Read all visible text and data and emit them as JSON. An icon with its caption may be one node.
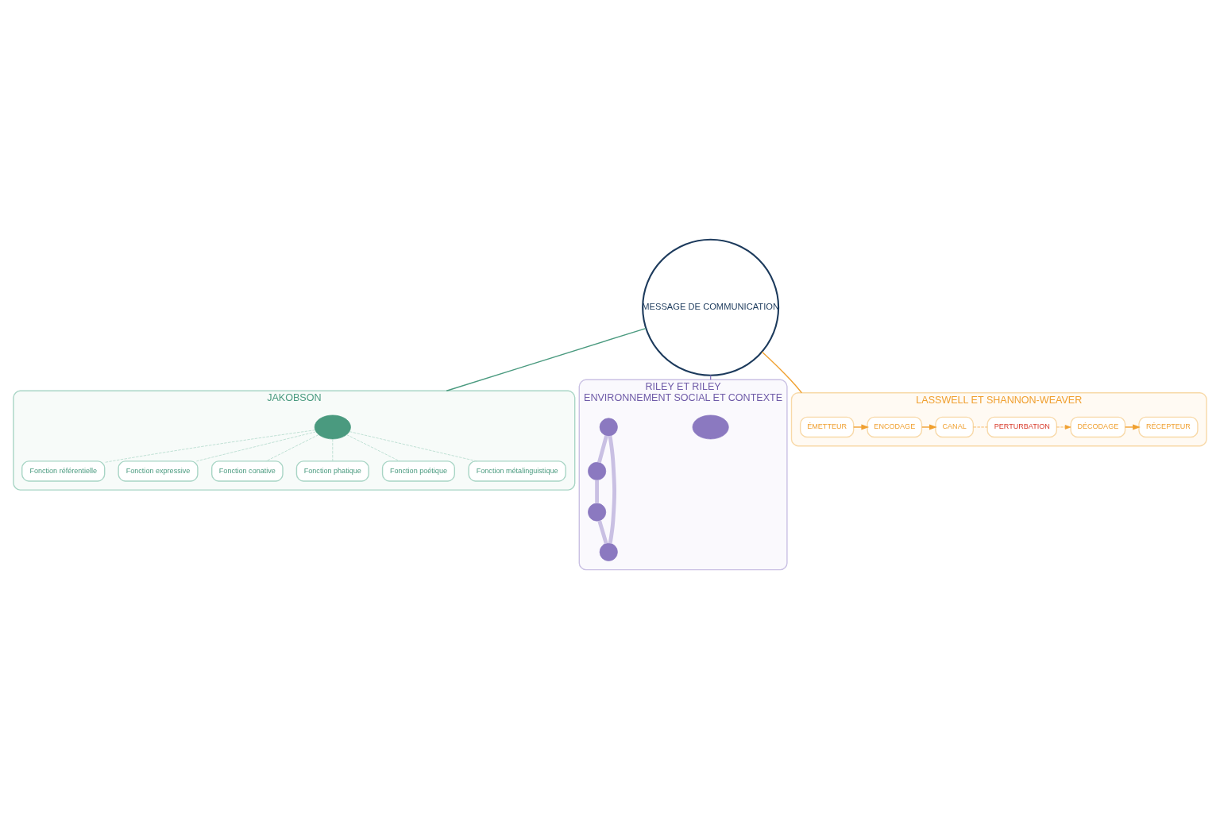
{
  "diagram": {
    "nodes": [
      {
        "text": [
          "JAKOBSON"
        ]
      },
      {
        "text": [],
        "shape": "bubble",
        "in": 0
      },
      {
        "text": [
          "Fonction référentielle"
        ],
        "in": 0
      },
      {
        "text": [
          "Fonction expressive"
        ],
        "in": 0
      },
      {
        "text": [
          "Fonction conative"
        ],
        "in": 0
      },
      {
        "text": [
          "Fonction phatique"
        ],
        "in": 0
      },
      {
        "text": [
          "Fonction poétique"
        ],
        "in": 0
      },
      {
        "text": [
          "Fonction métalinguistique"
        ],
        "in": 0
      },
      {
        "text": [
          "MESSAGE DE COMMUNICATION"
        ]
      },
      {
        "text": [
          "RILEY ET RILEY",
          "ENVIRONNEMENT SOCIAL ET CONTEXTE"
        ]
      },
      {
        "text": [],
        "shape": "bubble",
        "in": 9
      },
      {
        "text": [],
        "shape": "person",
        "in": 9
      },
      {
        "text": [],
        "shape": "person",
        "in": 9
      },
      {
        "text": [],
        "shape": "person",
        "in": 9
      },
      {
        "text": [],
        "shape": "person",
        "in": 9
      },
      {
        "text": [
          "LASSWELL ET SHANNON-WEAVER"
        ]
      },
      {
        "text": [
          "ÉMETTEUR"
        ],
        "in": 15
      },
      {
        "text": [
          "ENCODAGE"
        ],
        "in": 15
      },
      {
        "text": [
          "CANAL"
        ],
        "in": 15
      },
      {
        "text": [
          "PERTURBATION"
        ],
        "in": 15
      },
      {
        "text": [
          "DÉCODAGE"
        ],
        "in": 15
      },
      {
        "text": [
          "RÉCEPTEUR"
        ],
        "in": 15
      }
    ],
    "edges": [
      {
        "from": 1,
        "to": 2,
        "arrow": "none",
        "style": "dashed",
        "color": "#a8d5c5"
      },
      {
        "from": 1,
        "to": 3,
        "arrow": "none",
        "style": "dashed",
        "color": "#a8d5c5"
      },
      {
        "from": 1,
        "to": 4,
        "arrow": "none",
        "style": "dashed",
        "color": "#a8d5c5"
      },
      {
        "from": 1,
        "to": 5,
        "arrow": "none",
        "style": "dashed",
        "color": "#a8d5c5"
      },
      {
        "from": 1,
        "to": 6,
        "arrow": "none",
        "style": "dashed",
        "color": "#a8d5c5"
      },
      {
        "from": 1,
        "to": 7,
        "arrow": "none",
        "style": "dashed",
        "color": "#a8d5c5"
      },
      {
        "from": 8,
        "to": 0,
        "arrow": "none",
        "color": "#4a9a7f"
      },
      {
        "from": 8,
        "to": 9,
        "arrow": "none",
        "color": "#8b79c0"
      },
      {
        "from": 8,
        "to": 15,
        "arrow": "none",
        "color": "#f0a030"
      },
      {
        "from": 11,
        "to": 13,
        "arrow": "none",
        "style": "thick",
        "color": "#c9c0e3"
      },
      {
        "from": 13,
        "to": 14,
        "arrow": "none",
        "style": "thick",
        "color": "#c9c0e3"
      },
      {
        "from": 14,
        "to": 12,
        "arrow": "none",
        "style": "thick",
        "color": "#c9c0e3"
      },
      {
        "from": 12,
        "to": 11,
        "arrow": "none",
        "style": "thick",
        "color": "#c9c0e3"
      },
      {
        "from": 16,
        "to": 17,
        "arrow": "to",
        "color": "#f0a030"
      },
      {
        "from": 17,
        "to": 18,
        "arrow": "to",
        "color": "#f0a030"
      },
      {
        "from": 18,
        "to": 19,
        "arrow": "none",
        "style": "dashed",
        "color": "#f0a030"
      },
      {
        "from": 19,
        "to": 20,
        "arrow": "to",
        "style": "dashed",
        "color": "#f0a030"
      },
      {
        "from": 20,
        "to": 21,
        "arrow": "to",
        "color": "#f0a030"
      }
    ]
  }
}
